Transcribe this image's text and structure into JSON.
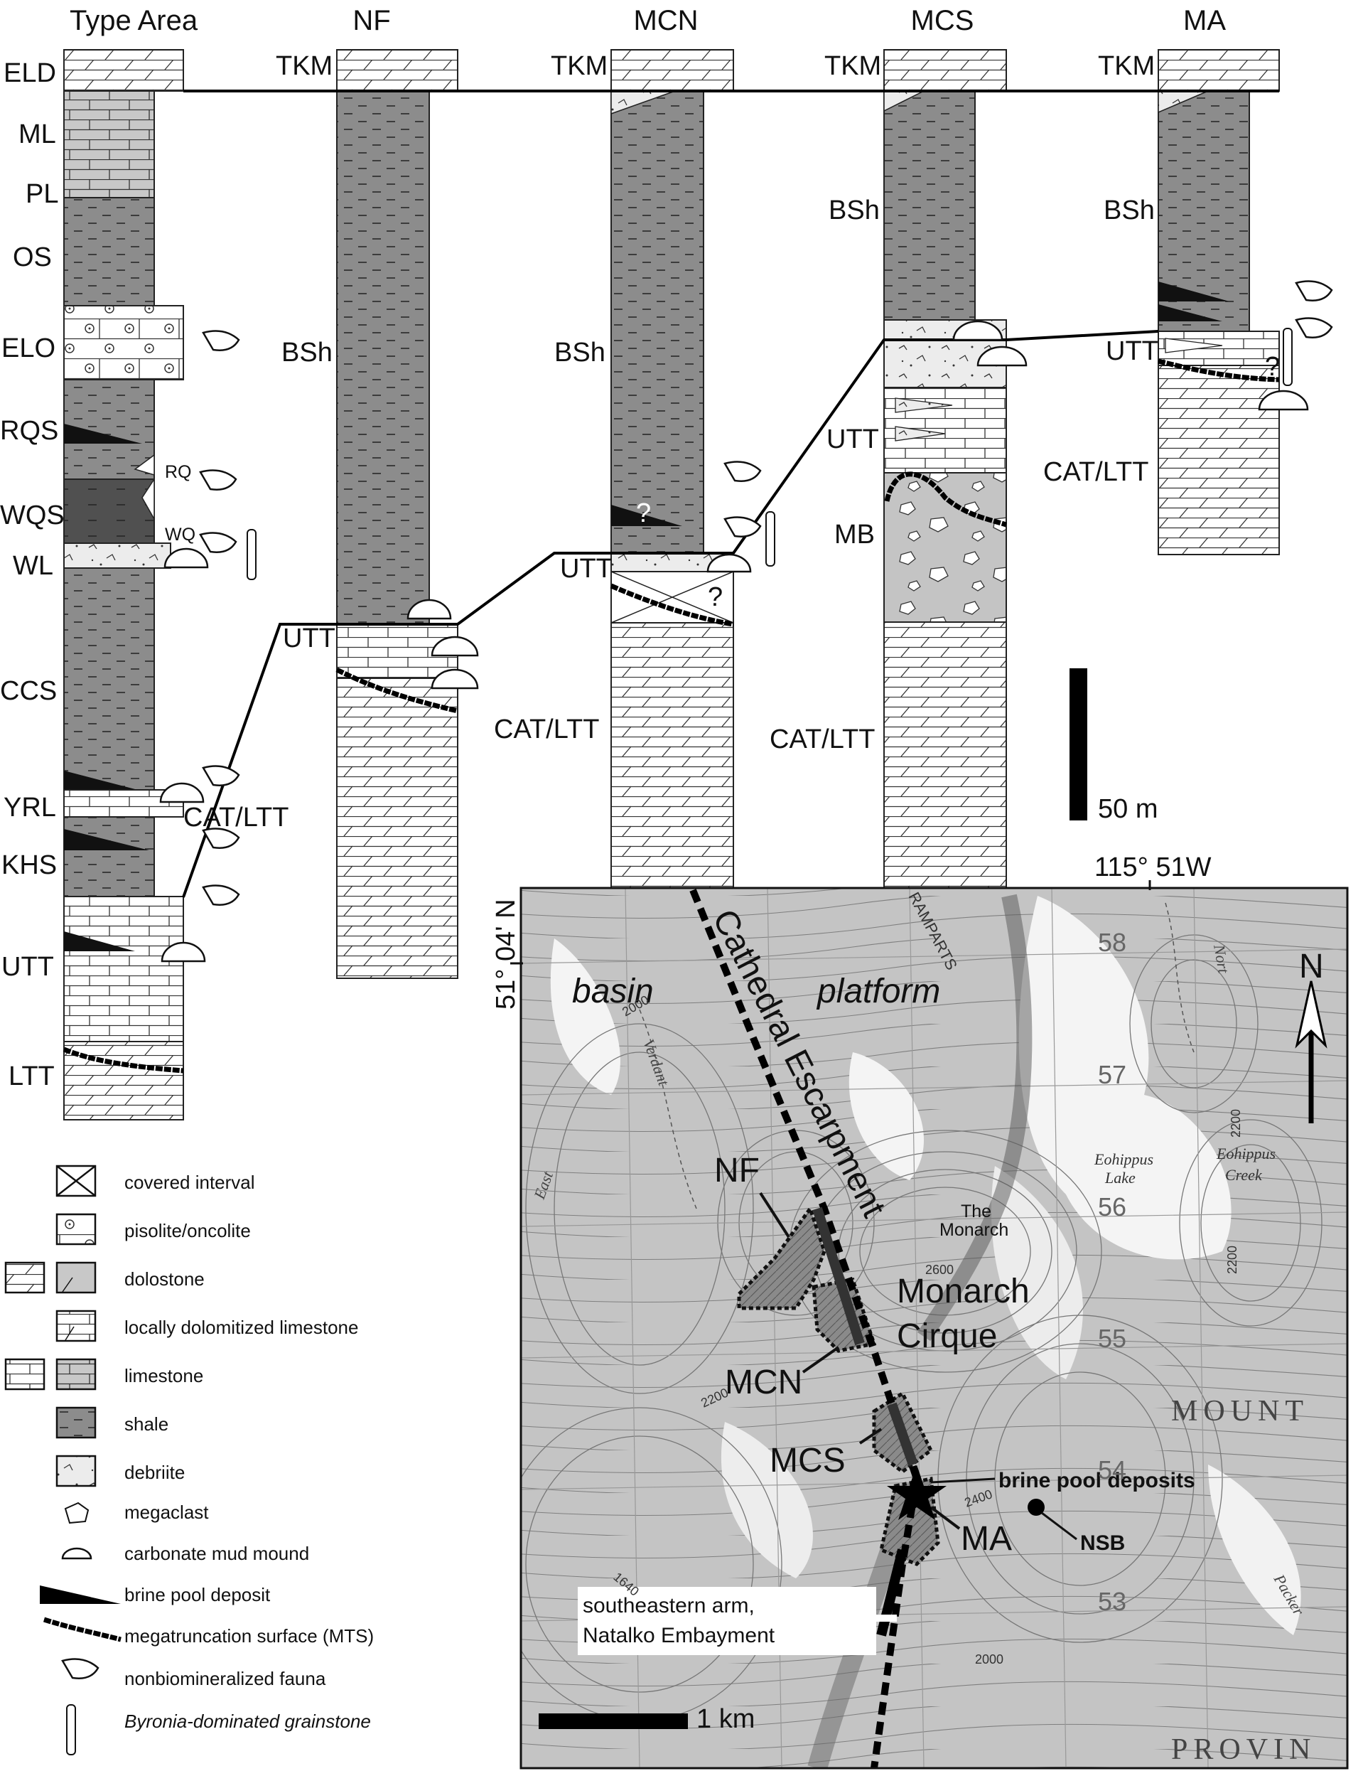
{
  "columns": [
    {
      "key": "type_area",
      "heading": "Type Area"
    },
    {
      "key": "nf",
      "heading": "NF"
    },
    {
      "key": "mcn",
      "heading": "MCN"
    },
    {
      "key": "mcs",
      "heading": "MCS"
    },
    {
      "key": "ma",
      "heading": "MA"
    }
  ],
  "type_area_units": [
    "ELD",
    "ML",
    "PL",
    "OS",
    "ELO",
    "RQS",
    "WQS",
    "WL",
    "CCS",
    "YRL",
    "KHS",
    "UTT",
    "LTT"
  ],
  "fauna_tags": {
    "rq": "RQ",
    "wq": "WQ"
  },
  "nf_units": {
    "top": "TKM",
    "mid": "BSh",
    "low": "UTT",
    "base": "CAT/LTT"
  },
  "mcn_units": {
    "top": "TKM",
    "mid": "BSh",
    "low": "UTT",
    "base": "CAT/LTT",
    "query": "?"
  },
  "mcs_units": {
    "top": "TKM",
    "mid": "BSh",
    "low": "UTT",
    "mb": "MB",
    "base": "CAT/LTT"
  },
  "ma_units": {
    "top": "TKM",
    "mid": "BSh",
    "low": "UTT",
    "base": "CAT/LTT",
    "query": "?"
  },
  "scale_bar_label": "50 m",
  "map": {
    "lon_label": "115° 51W",
    "lat_label": "51° 04' N",
    "basin": "basin",
    "platform": "platform",
    "escarpment": "Cathedral Escarpment",
    "monarch_cirque_1": "Monarch",
    "monarch_cirque_2": "Cirque",
    "the_monarch_1": "The",
    "the_monarch_2": "Monarch",
    "nf": "NF",
    "mcn": "MCN",
    "mcs": "MCS",
    "ma": "MA",
    "nsb": "NSB",
    "brine": "brine pool deposits",
    "arm_1": "southeastern arm,",
    "arm_2": "Natalko Embayment",
    "mount": "MOUNT",
    "provin": "PROVIN",
    "ramparts": "RAMPARTS",
    "north": "N",
    "scale": "1 km",
    "eohippus_lake_1": "Eohippus",
    "eohippus_lake_2": "Lake",
    "eohippus_creek_1": "Eohippus",
    "eohippus_creek_2": "Creek",
    "verdant": "Verdant",
    "east": "East",
    "north_c": "Nort",
    "packer": "Packer",
    "grid": [
      "58",
      "57",
      "56",
      "55",
      "54",
      "53"
    ],
    "contours": [
      "2000",
      "2200",
      "2600",
      "2400",
      "2200",
      "1640",
      "2000",
      "2200"
    ]
  },
  "legend": [
    "covered interval",
    "pisolite/oncolite",
    "dolostone",
    "locally dolomitized limestone",
    "limestone",
    "shale",
    "debriite",
    "megaclast",
    "carbonate mud mound",
    "brine pool deposit",
    "megatruncation surface (MTS)",
    "nonbiomineralized fauna",
    "Byronia-dominated grainstone"
  ]
}
